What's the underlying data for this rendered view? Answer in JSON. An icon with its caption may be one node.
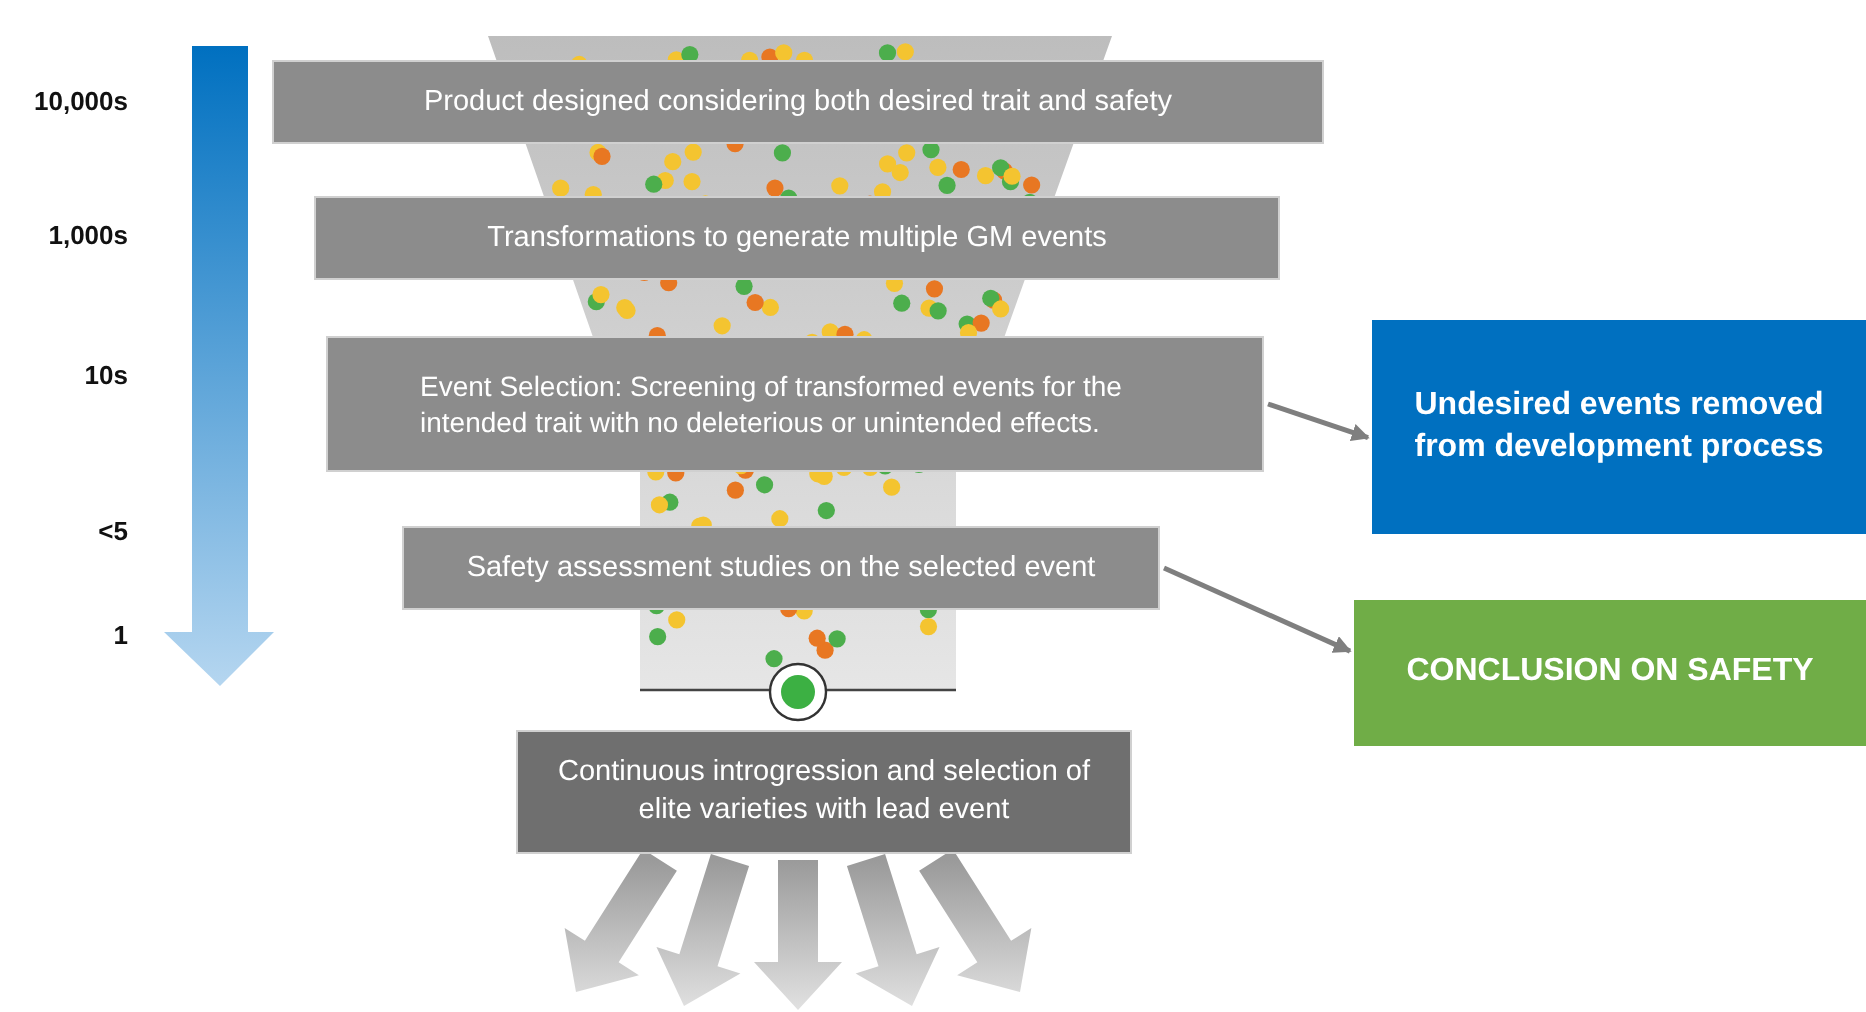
{
  "diagram": {
    "nodes": [
      {
        "text": [
          "Product designed considering both desired trait and safety"
        ]
      },
      {
        "text": [
          "Transformations to generate multiple GM events"
        ]
      },
      {
        "text": [
          "Event Selection: Screening of transformed events for the intended trait with no deleterious or unintended effects."
        ]
      },
      {
        "text": [
          "Safety assessment studies on the selected event"
        ]
      },
      {
        "text": [
          "Continuous introgression and selection of elite varieties with lead event"
        ]
      },
      {
        "text": [
          "Undesired events removed from development process"
        ]
      },
      {
        "text": [
          "CONCLUSION ON SAFETY"
        ]
      }
    ],
    "edges": [
      {
        "from": 2,
        "to": 5,
        "arrow": "to"
      },
      {
        "from": 3,
        "to": 6,
        "arrow": "to"
      },
      {
        "from": 4,
        "to": null,
        "arrow": "to",
        "style": "thick"
      },
      {
        "from": 4,
        "to": null,
        "arrow": "to",
        "style": "thick"
      },
      {
        "from": 4,
        "to": null,
        "arrow": "to",
        "style": "thick"
      },
      {
        "from": 4,
        "to": null,
        "arrow": "to",
        "style": "thick"
      },
      {
        "from": 4,
        "to": null,
        "arrow": "to",
        "style": "thick"
      }
    ],
    "labels": [
      "10,000s",
      "1,000s",
      "10s",
      "<5",
      "1"
    ]
  }
}
